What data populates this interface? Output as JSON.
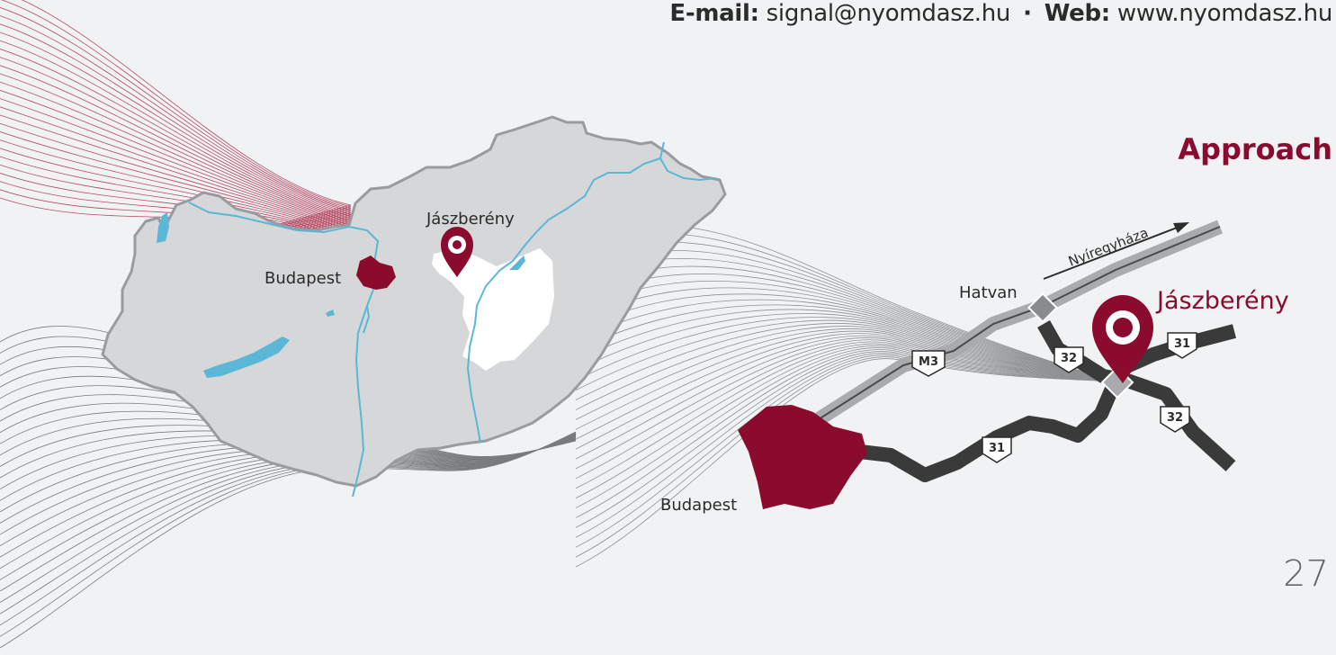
{
  "contact": {
    "email_label": "E-mail:",
    "email": "signal@nyomdasz.hu",
    "separator": "·",
    "web_label": "Web:",
    "web": "www.nyomdasz.hu"
  },
  "section_title": "Approach",
  "page_number": "27",
  "country_map": {
    "labels": {
      "budapest": "Budapest",
      "jaszbereny": "Jászberény"
    }
  },
  "route_map": {
    "labels": {
      "budapest": "Budapest",
      "hatvan": "Hatvan",
      "jaszbereny": "Jászberény",
      "direction": "Nyíregyháza"
    },
    "road_shields": {
      "m3": "M3",
      "r31_west": "31",
      "r31_east": "31",
      "r32_north": "32",
      "r32_south": "32"
    }
  },
  "colors": {
    "accent": "#8b0b2e",
    "country_fill": "#d6d7d9",
    "water": "#5bb7d6",
    "road": "#3a3a3a",
    "motorway": "#a9abae",
    "background": "#f1f2f4"
  },
  "icons": {
    "country_pin": "location-pin-icon",
    "route_pin": "location-pin-icon"
  }
}
